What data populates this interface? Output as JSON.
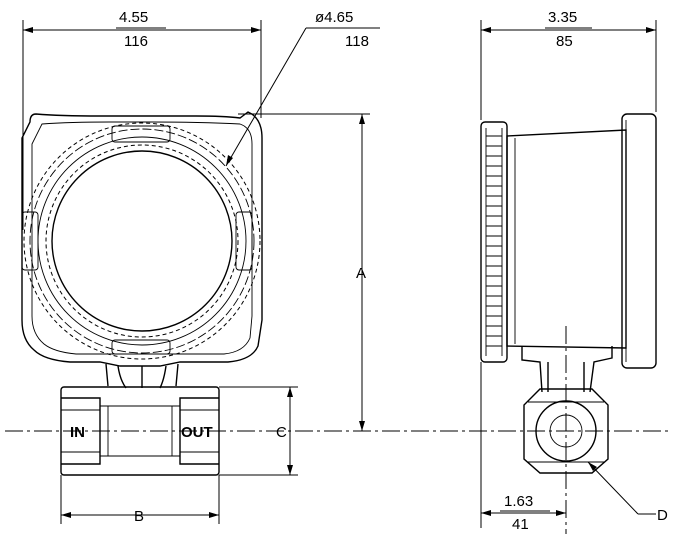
{
  "front_view": {
    "width_in": "4.55",
    "width_mm": "116",
    "dia_in": "ø4.65",
    "dia_mm": "118",
    "inlet_label": "IN",
    "outlet_label": "OUT",
    "dim_a": "A",
    "dim_b": "B",
    "dim_c": "C"
  },
  "side_view": {
    "depth_in": "3.35",
    "depth_mm": "85",
    "offset_in": "1.63",
    "offset_mm": "41",
    "dim_d": "D"
  }
}
